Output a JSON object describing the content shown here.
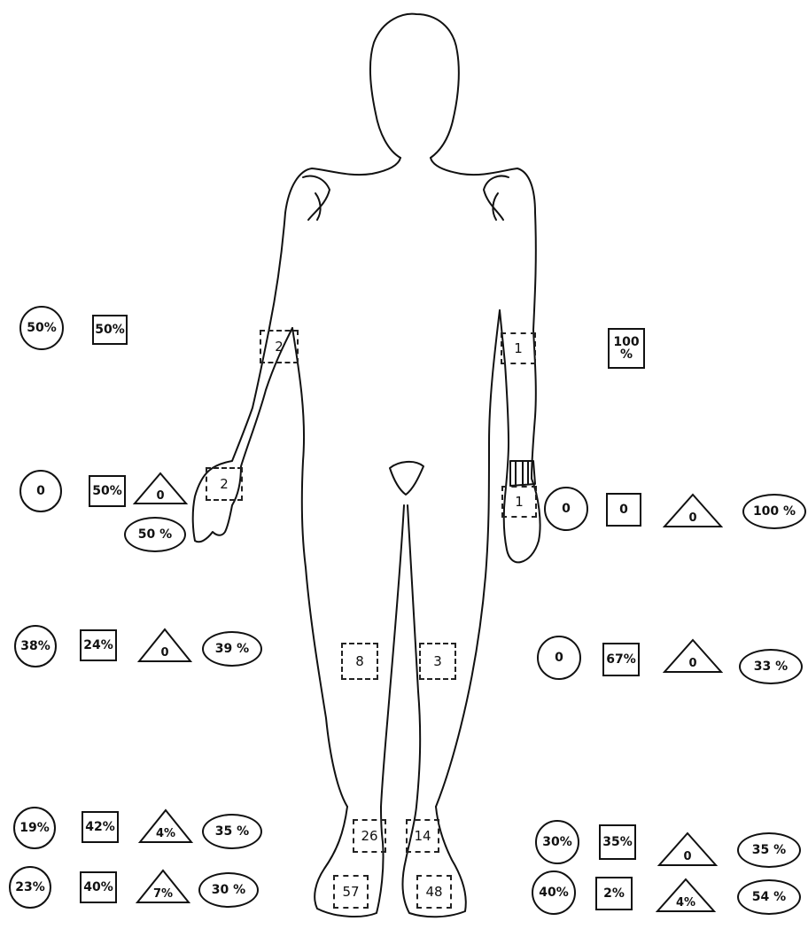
{
  "colors": {
    "ink": "#111111",
    "background": "#ffffff"
  },
  "body_regions": {
    "right_arm": "1",
    "left_arm": "2",
    "right_hand": "1",
    "left_hand": "2",
    "left_knee": "8",
    "right_knee": "3",
    "left_ankle": "26",
    "right_ankle": "14",
    "left_foot": "57",
    "right_foot": "48"
  },
  "left_side": {
    "arm": {
      "circle": "50%",
      "square": "50%"
    },
    "hand": {
      "circle": "0",
      "square": "50%",
      "triangle": "0",
      "ellipse": "50 %"
    },
    "knee": {
      "circle": "38%",
      "square": "24%",
      "triangle": "0",
      "ellipse": "39 %"
    },
    "ankle": {
      "circle": "19%",
      "square": "42%",
      "triangle": "4%",
      "ellipse": "35 %"
    },
    "foot": {
      "circle": "23%",
      "square": "40%",
      "triangle": "7%",
      "ellipse": "30 %"
    }
  },
  "right_side": {
    "arm": {
      "square": "100 %"
    },
    "hand": {
      "circle": "0",
      "square": "0",
      "triangle": "0",
      "ellipse": "100 %"
    },
    "knee": {
      "circle": "0",
      "square": "67%",
      "triangle": "0",
      "ellipse": "33 %"
    },
    "ankle": {
      "circle": "30%",
      "square": "35%",
      "triangle": "0",
      "ellipse": "35 %"
    },
    "foot": {
      "circle": "40%",
      "square": "2%",
      "triangle": "4%",
      "ellipse": "54 %"
    }
  }
}
